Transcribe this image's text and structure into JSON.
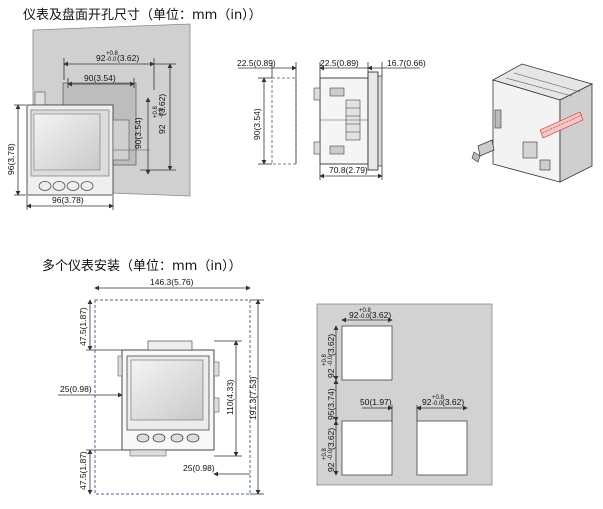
{
  "headings": {
    "panel_cutout": "仪表及盘面开孔尺寸（单位：mm（in））",
    "multi_install": "多个仪表安装（单位：mm（in））"
  },
  "front_view": {
    "cutout_width": "92",
    "cutout_width_in": "(3.62)",
    "tolerance_plus": "+0.8",
    "tolerance_minus": "-0.0",
    "body_width": "90(3.54)",
    "body_height": "90(3.54)",
    "cutout_height": "92",
    "cutout_height_in": "(3.62)",
    "face_height": "96(3.78)",
    "face_width": "96(3.78)"
  },
  "side_view": {
    "clip_left": "22.5(0.89)",
    "clip_right": "22.5(0.89)",
    "bezel_depth": "16.7(0.66)",
    "body_height": "90(3.54)",
    "body_depth": "70.8(2.79)"
  },
  "multi": {
    "total_width": "146.3(5.76)",
    "top_margin": "47.5(1.87)",
    "left_gap": "25(0.98)",
    "bottom_margin": "47.5(1.87)",
    "right_gap": "25(0.98)",
    "meter_height": "110(4.33)",
    "total_height": "191.3(7.53)"
  },
  "cutout_layout": {
    "cut_width": "92",
    "cut_width_in": "(3.62)",
    "cut_height": "92",
    "cut_height_in": "(3.62)",
    "tolerance_plus": "+0.8",
    "tolerance_minus": "-0.0",
    "vertical_pitch": "95(3.74)",
    "horizontal_gap": "50(1.97)"
  }
}
